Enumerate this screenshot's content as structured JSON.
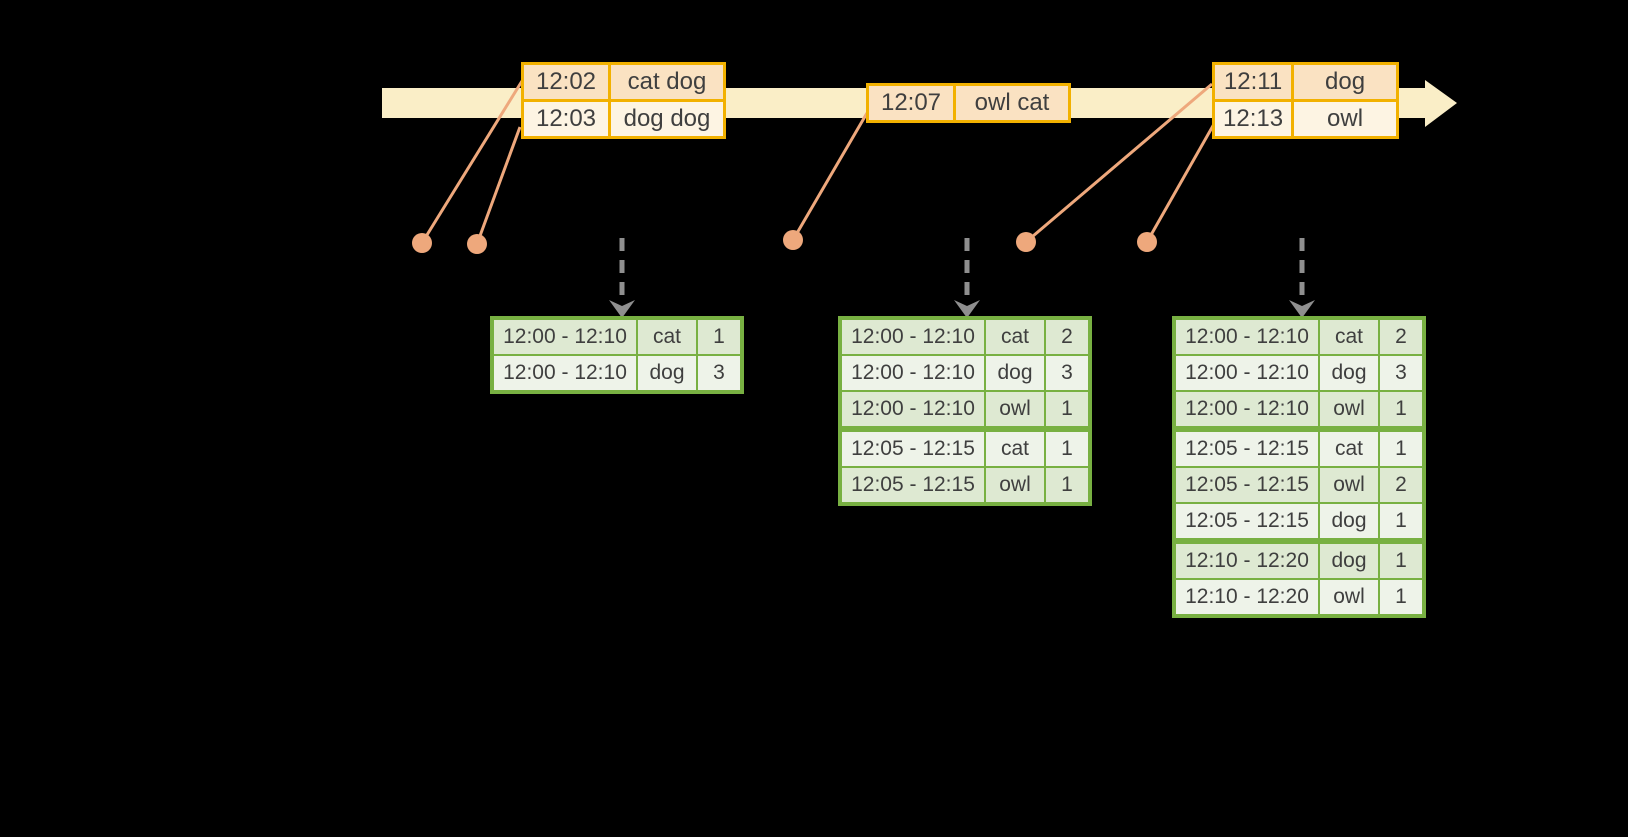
{
  "colors": {
    "background": "#000000",
    "timeline_fill": "#FAEEC7",
    "event_border": "#F2B100",
    "event_row_dark": "#FAE2C2",
    "event_row_light": "#FDF4E3",
    "connector": "#EEA87C",
    "result_border": "#78B042",
    "result_row_dark": "#DEE9D2",
    "result_row_light": "#EEF3E9",
    "trigger_arrow": "#8F8F8F",
    "text": "#3F3F3F"
  },
  "event_tables": [
    {
      "name": "event-batch-1",
      "rows": [
        [
          "12:02",
          "cat dog"
        ],
        [
          "12:03",
          "dog dog"
        ]
      ]
    },
    {
      "name": "event-batch-2",
      "rows": [
        [
          "12:07",
          "owl cat"
        ]
      ]
    },
    {
      "name": "event-batch-3",
      "rows": [
        [
          "12:11",
          "dog"
        ],
        [
          "12:13",
          "owl"
        ]
      ]
    }
  ],
  "result_tables": [
    {
      "name": "result-table-1",
      "rows": [
        [
          "12:00 - 12:10",
          "cat",
          "1"
        ],
        [
          "12:00 - 12:10",
          "dog",
          "3"
        ]
      ]
    },
    {
      "name": "result-table-2",
      "rows": [
        [
          "12:00 - 12:10",
          "cat",
          "2"
        ],
        [
          "12:00 - 12:10",
          "dog",
          "3"
        ],
        [
          "12:00 - 12:10",
          "owl",
          "1"
        ],
        [
          "12:05 - 12:15",
          "cat",
          "1"
        ],
        [
          "12:05 - 12:15",
          "owl",
          "1"
        ]
      ]
    },
    {
      "name": "result-table-3",
      "rows": [
        [
          "12:00 - 12:10",
          "cat",
          "2"
        ],
        [
          "12:00 - 12:10",
          "dog",
          "3"
        ],
        [
          "12:00 - 12:10",
          "owl",
          "1"
        ],
        [
          "12:05 - 12:15",
          "cat",
          "1"
        ],
        [
          "12:05 - 12:15",
          "owl",
          "2"
        ],
        [
          "12:05 - 12:15",
          "dog",
          "1"
        ],
        [
          "12:10 - 12:20",
          "dog",
          "1"
        ],
        [
          "12:10 - 12:20",
          "owl",
          "1"
        ]
      ]
    }
  ]
}
